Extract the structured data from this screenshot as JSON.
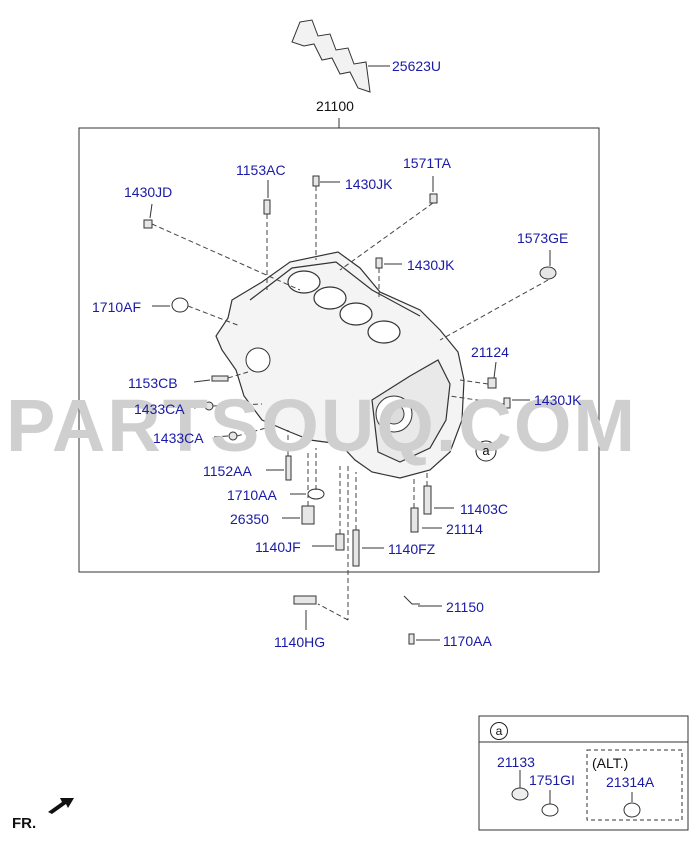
{
  "diagram": {
    "watermark": "PARTSOUQ.COM",
    "direction_label": "FR.",
    "callout_mark": "a",
    "legend": {
      "marker": "a",
      "alt_label": "(ALT.)",
      "parts": [
        "21133",
        "1751GI",
        "21314A"
      ]
    },
    "parts": {
      "p25623U": "25623U",
      "p21100": "21100",
      "p1153AC": "1153AC",
      "p1571TA": "1571TA",
      "p1430JD": "1430JD",
      "p1430JK_a": "1430JK",
      "p1430JK_b": "1430JK",
      "p1573GE": "1573GE",
      "p1710AF": "1710AF",
      "p21124": "21124",
      "p1153CB": "1153CB",
      "p1430JK_c": "1430JK",
      "p1433CA_a": "1433CA",
      "p1433CA_b": "1433CA",
      "p1152AA": "1152AA",
      "p1710AA": "1710AA",
      "p11403C": "11403C",
      "p26350": "26350",
      "p21114": "21114",
      "p1140JF": "1140JF",
      "p1140FZ": "1140FZ",
      "p21150": "21150",
      "p1140HG": "1140HG",
      "p1170AA": "1170AA"
    }
  }
}
